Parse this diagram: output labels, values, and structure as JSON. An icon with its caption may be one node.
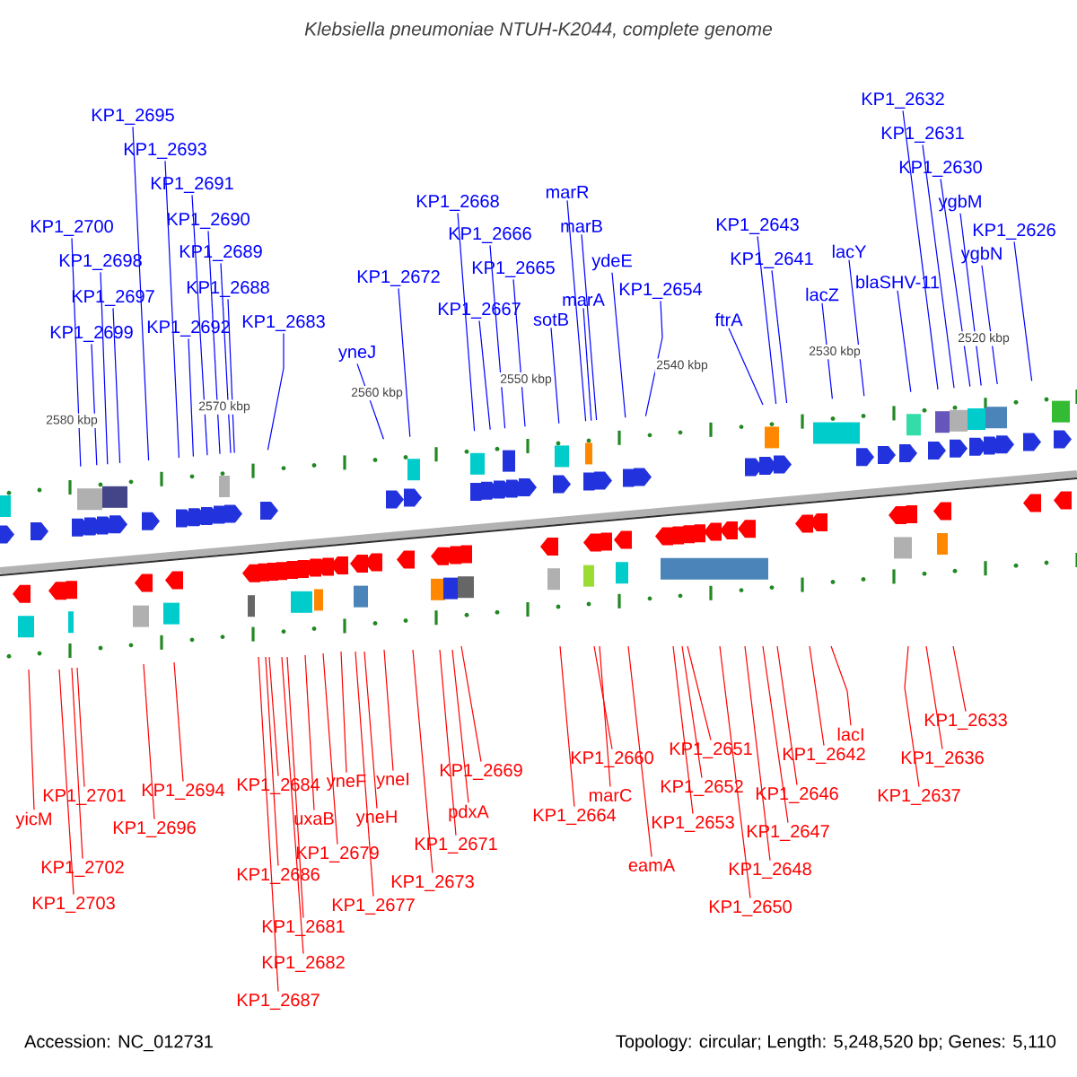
{
  "diagram": {
    "title": "Klebsiella pneumoniae NTUH-K2044, complete genome",
    "nodes": [
      {
        "text": [
          "KP1_2695"
        ]
      },
      {
        "text": [
          "KP1_2693"
        ]
      },
      {
        "text": [
          "KP1_2691"
        ]
      },
      {
        "text": [
          "KP1_2690"
        ]
      },
      {
        "text": [
          "KP1_2700"
        ]
      },
      {
        "text": [
          "KP1_2689"
        ]
      },
      {
        "text": [
          "KP1_2698"
        ]
      },
      {
        "text": [
          "KP1_2688"
        ]
      },
      {
        "text": [
          "KP1_2697"
        ]
      },
      {
        "text": [
          "KP1_2699"
        ]
      },
      {
        "text": [
          "KP1_2692"
        ]
      },
      {
        "text": [
          "KP1_2683"
        ]
      },
      {
        "text": [
          "yneJ"
        ]
      },
      {
        "text": [
          "KP1_2672"
        ]
      },
      {
        "text": [
          "KP1_2668"
        ]
      },
      {
        "text": [
          "KP1_2666"
        ]
      },
      {
        "text": [
          "KP1_2665"
        ]
      },
      {
        "text": [
          "KP1_2667"
        ]
      },
      {
        "text": [
          "sotB"
        ]
      },
      {
        "text": [
          "marR"
        ]
      },
      {
        "text": [
          "marB"
        ]
      },
      {
        "text": [
          "marA"
        ]
      },
      {
        "text": [
          "ydeE"
        ]
      },
      {
        "text": [
          "KP1_2654"
        ]
      },
      {
        "text": [
          "ftrA"
        ]
      },
      {
        "text": [
          "KP1_2643"
        ]
      },
      {
        "text": [
          "KP1_2641"
        ]
      },
      {
        "text": [
          "lacZ"
        ]
      },
      {
        "text": [
          "lacY"
        ]
      },
      {
        "text": [
          "blaSHV-11"
        ]
      },
      {
        "text": [
          "KP1_2632"
        ]
      },
      {
        "text": [
          "KP1_2631"
        ]
      },
      {
        "text": [
          "KP1_2630"
        ]
      },
      {
        "text": [
          "ygbM"
        ]
      },
      {
        "text": [
          "KP1_2626"
        ]
      },
      {
        "text": [
          "ygbN"
        ]
      },
      {
        "text": [
          "yicM"
        ]
      },
      {
        "text": [
          "KP1_2701"
        ]
      },
      {
        "text": [
          "KP1_2702"
        ]
      },
      {
        "text": [
          "KP1_2703"
        ]
      },
      {
        "text": [
          "KP1_2694"
        ]
      },
      {
        "text": [
          "KP1_2696"
        ]
      },
      {
        "text": [
          "KP1_2684"
        ]
      },
      {
        "text": [
          "yneF"
        ]
      },
      {
        "text": [
          "yneI"
        ]
      },
      {
        "text": [
          "uxaB"
        ]
      },
      {
        "text": [
          "yneH"
        ]
      },
      {
        "text": [
          "KP1_2679"
        ]
      },
      {
        "text": [
          "KP1_2686"
        ]
      },
      {
        "text": [
          "KP1_2677"
        ]
      },
      {
        "text": [
          "KP1_2673"
        ]
      },
      {
        "text": [
          "KP1_2671"
        ]
      },
      {
        "text": [
          "pdxA"
        ]
      },
      {
        "text": [
          "KP1_2669"
        ]
      },
      {
        "text": [
          "KP1_2681"
        ]
      },
      {
        "text": [
          "KP1_2682"
        ]
      },
      {
        "text": [
          "KP1_2687"
        ]
      },
      {
        "text": [
          "KP1_2664"
        ]
      },
      {
        "text": [
          "KP1_2660"
        ]
      },
      {
        "text": [
          "marC"
        ]
      },
      {
        "text": [
          "eamA"
        ]
      },
      {
        "text": [
          "KP1_2651"
        ]
      },
      {
        "text": [
          "KP1_2652"
        ]
      },
      {
        "text": [
          "KP1_2653"
        ]
      },
      {
        "text": [
          "KP1_2650"
        ]
      },
      {
        "text": [
          "KP1_2648"
        ]
      },
      {
        "text": [
          "KP1_2647"
        ]
      },
      {
        "text": [
          "KP1_2646"
        ]
      },
      {
        "text": [
          "KP1_2642"
        ]
      },
      {
        "text": [
          "lacI"
        ]
      },
      {
        "text": [
          "KP1_2633"
        ]
      },
      {
        "text": [
          "KP1_2636"
        ]
      },
      {
        "text": [
          "KP1_2637"
        ]
      }
    ],
    "edges": [
      {
        "from": 0,
        "to": null,
        "arrow": "none",
        "color": "#0000ff"
      },
      {
        "from": 1,
        "to": null,
        "arrow": "none",
        "color": "#0000ff"
      },
      {
        "from": 2,
        "to": null,
        "arrow": "none",
        "color": "#0000ff"
      },
      {
        "from": 3,
        "to": null,
        "arrow": "none",
        "color": "#0000ff"
      },
      {
        "from": 4,
        "to": null,
        "arrow": "none",
        "color": "#0000ff"
      },
      {
        "from": 5,
        "to": null,
        "arrow": "none",
        "color": "#0000ff"
      },
      {
        "from": 6,
        "to": null,
        "arrow": "none",
        "color": "#0000ff"
      },
      {
        "from": 7,
        "to": null,
        "arrow": "none",
        "color": "#0000ff"
      },
      {
        "from": 8,
        "to": null,
        "arrow": "none",
        "color": "#0000ff"
      },
      {
        "from": 9,
        "to": null,
        "arrow": "none",
        "color": "#0000ff"
      },
      {
        "from": 10,
        "to": null,
        "arrow": "none",
        "color": "#0000ff"
      },
      {
        "from": 11,
        "to": null,
        "arrow": "none",
        "color": "#0000ff"
      },
      {
        "from": 12,
        "to": null,
        "arrow": "none",
        "color": "#0000ff"
      },
      {
        "from": 13,
        "to": null,
        "arrow": "none",
        "color": "#0000ff"
      },
      {
        "from": 14,
        "to": null,
        "arrow": "none",
        "color": "#0000ff"
      },
      {
        "from": 15,
        "to": null,
        "arrow": "none",
        "color": "#0000ff"
      },
      {
        "from": 16,
        "to": null,
        "arrow": "none",
        "color": "#0000ff"
      },
      {
        "from": 17,
        "to": null,
        "arrow": "none",
        "color": "#0000ff"
      },
      {
        "from": 18,
        "to": null,
        "arrow": "none",
        "color": "#0000ff"
      },
      {
        "from": 19,
        "to": null,
        "arrow": "none",
        "color": "#0000ff"
      },
      {
        "from": 20,
        "to": null,
        "arrow": "none",
        "color": "#0000ff"
      },
      {
        "from": 21,
        "to": null,
        "arrow": "none",
        "color": "#0000ff"
      },
      {
        "from": 22,
        "to": null,
        "arrow": "none",
        "color": "#0000ff"
      },
      {
        "from": 23,
        "to": null,
        "arrow": "none",
        "color": "#0000ff"
      },
      {
        "from": 24,
        "to": null,
        "arrow": "none",
        "color": "#0000ff"
      },
      {
        "from": 25,
        "to": null,
        "arrow": "none",
        "color": "#0000ff"
      },
      {
        "from": 26,
        "to": null,
        "arrow": "none",
        "color": "#0000ff"
      },
      {
        "from": 27,
        "to": null,
        "arrow": "none",
        "color": "#0000ff"
      },
      {
        "from": 28,
        "to": null,
        "arrow": "none",
        "color": "#0000ff"
      },
      {
        "from": 29,
        "to": null,
        "arrow": "none",
        "color": "#0000ff"
      },
      {
        "from": 30,
        "to": null,
        "arrow": "none",
        "color": "#0000ff"
      },
      {
        "from": 31,
        "to": null,
        "arrow": "none",
        "color": "#0000ff"
      },
      {
        "from": 32,
        "to": null,
        "arrow": "none",
        "color": "#0000ff"
      },
      {
        "from": 33,
        "to": null,
        "arrow": "none",
        "color": "#0000ff"
      },
      {
        "from": 34,
        "to": null,
        "arrow": "none",
        "color": "#0000ff"
      },
      {
        "from": 35,
        "to": null,
        "arrow": "none",
        "color": "#0000ff"
      },
      {
        "from": 36,
        "to": null,
        "arrow": "none"
      },
      {
        "from": 37,
        "to": null,
        "arrow": "none"
      },
      {
        "from": 38,
        "to": null,
        "arrow": "none"
      },
      {
        "from": 39,
        "to": null,
        "arrow": "none"
      },
      {
        "from": 40,
        "to": null,
        "arrow": "none"
      },
      {
        "from": 41,
        "to": null,
        "arrow": "none"
      },
      {
        "from": 42,
        "to": null,
        "arrow": "none"
      },
      {
        "from": 43,
        "to": null,
        "arrow": "none"
      },
      {
        "from": 44,
        "to": null,
        "arrow": "none"
      },
      {
        "from": 45,
        "to": null,
        "arrow": "none"
      },
      {
        "from": 46,
        "to": null,
        "arrow": "none"
      },
      {
        "from": 47,
        "to": null,
        "arrow": "none"
      },
      {
        "from": 48,
        "to": null,
        "arrow": "none"
      },
      {
        "from": 49,
        "to": null,
        "arrow": "none"
      },
      {
        "from": 50,
        "to": null,
        "arrow": "none"
      },
      {
        "from": 51,
        "to": null,
        "arrow": "none"
      },
      {
        "from": 52,
        "to": null,
        "arrow": "none"
      },
      {
        "from": 53,
        "to": null,
        "arrow": "none"
      },
      {
        "from": 54,
        "to": null,
        "arrow": "none"
      },
      {
        "from": 55,
        "to": null,
        "arrow": "none"
      },
      {
        "from": 56,
        "to": null,
        "arrow": "none"
      },
      {
        "from": 57,
        "to": null,
        "arrow": "none"
      },
      {
        "from": 58,
        "to": null,
        "arrow": "none"
      },
      {
        "from": 59,
        "to": null,
        "arrow": "none"
      },
      {
        "from": 60,
        "to": null,
        "arrow": "none"
      },
      {
        "from": 61,
        "to": null,
        "arrow": "none"
      },
      {
        "from": 62,
        "to": null,
        "arrow": "none"
      },
      {
        "from": 63,
        "to": null,
        "arrow": "none"
      },
      {
        "from": 64,
        "to": null,
        "arrow": "none"
      },
      {
        "from": 65,
        "to": null,
        "arrow": "none"
      },
      {
        "from": 66,
        "to": null,
        "arrow": "none"
      },
      {
        "from": 67,
        "to": null,
        "arrow": "none"
      },
      {
        "from": 68,
        "to": null,
        "arrow": "none"
      },
      {
        "from": 69,
        "to": null,
        "arrow": "none"
      },
      {
        "from": 70,
        "to": null,
        "arrow": "none"
      },
      {
        "from": 71,
        "to": null,
        "arrow": "none"
      },
      {
        "from": 72,
        "to": null,
        "arrow": "none"
      }
    ],
    "labels": [
      "2580 kbp",
      "2570 kbp",
      "2560 kbp",
      "2550 kbp",
      "2540 kbp",
      "2530 kbp",
      "2520 kbp",
      "Accession: NC_012731",
      "Topology: circular; Length: 5,248,520 bp; Genes: 5,110"
    ]
  }
}
